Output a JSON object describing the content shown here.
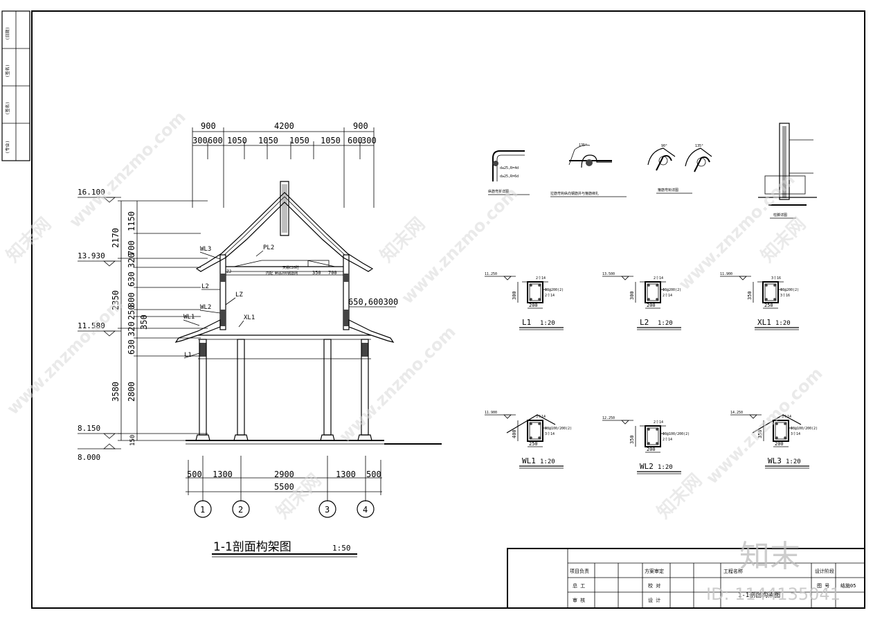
{
  "margin_labels": [
    "(日期)",
    "(签名)",
    "(签名)",
    "(专业)"
  ],
  "section": {
    "dims_top": {
      "left": "900",
      "middle": "4200",
      "right": "900"
    },
    "dims_top2": [
      "300",
      "600",
      "1050",
      "1050",
      "1050",
      "1050",
      "600",
      "300"
    ],
    "elevations": {
      "e1": "16.100",
      "e2": "13.930",
      "e3": "11.580",
      "e4": "8.150",
      "e5": "8.000"
    },
    "left_dims_outer": [
      "2170",
      "2350",
      "3580",
      "150"
    ],
    "left_dims_inner": [
      "1150",
      "700",
      "320",
      "630",
      "800",
      "250",
      "320",
      "350",
      "630",
      "2800"
    ],
    "labels": {
      "WL3": "WL3",
      "PL2": "PL2",
      "L2": "L2",
      "LZ": "LZ",
      "WL2": "WL2",
      "WL1": "WL1",
      "XL1": "XL1",
      "L1": "L1",
      "ZJ": "ZJ"
    },
    "notes": {
      "n1": "天棚C20砼",
      "n2": "内配 Φ6@200钢筋网",
      "d350": "350",
      "d700": "700",
      "right_dims": "650,600300"
    },
    "dims_bottom": [
      "500",
      "1300",
      "2900",
      "1300",
      "500"
    ],
    "dims_bottom_total": "5500",
    "axes": [
      "1",
      "2",
      "3",
      "4"
    ],
    "title": "1-1剖面构架图",
    "scale": "1:50"
  },
  "details": {
    "rebar1_cap": "纵筋弯折详图",
    "rebar1_notes": [
      "d≤25,R=4d",
      "d≥25,R=6d"
    ],
    "rebar2_cap": "拉筋弯钩纵向钢筋并与箍筋绑扎",
    "rebar3_cap": "箍筋弯钩详图",
    "col_cap": "柱脚详图",
    "angles": [
      "135°",
      "90°",
      "135°"
    ],
    "beams": [
      {
        "name": "L1",
        "scale": "1:20",
        "elev": "11.250",
        "top": "2⏀14",
        "stir": "Φ8@200(2)",
        "bot": "2⏀14",
        "h": "300",
        "w": "200"
      },
      {
        "name": "L2",
        "scale": "1:20",
        "elev": "13.500",
        "top": "2⏀14",
        "stir": "Φ8@200(2)",
        "bot": "2⏀14",
        "h": "300",
        "w": "200"
      },
      {
        "name": "XL1",
        "scale": "1:20",
        "elev": "11.900",
        "top": "3⏀16",
        "stir": "Φ8@200(2)",
        "bot": "3⏀16",
        "h": "350",
        "w": "250"
      },
      {
        "name": "WL1",
        "scale": "1:20",
        "elev": "11.900",
        "top": "3⏀14",
        "stir": "Φ8@100/200(2)",
        "bot": "3⏀14",
        "h": "400",
        "w": "250"
      },
      {
        "name": "WL2",
        "scale": "1:20",
        "elev": "12.250",
        "top": "2⏀14",
        "stir": "Φ8@100/200(2)",
        "bot": "2⏀14",
        "h": "350",
        "w": "200"
      },
      {
        "name": "WL3",
        "scale": "1:20",
        "elev": "14.250",
        "top": "3⏀14",
        "stir": "Φ8@100/200(2)",
        "bot": "3⏀14",
        "h": "350",
        "w": "200"
      }
    ]
  },
  "titleblock": {
    "project_lead": "项目负责",
    "chief": "总 工",
    "review": "审 核",
    "scheme": "方案审定",
    "check": "校 对",
    "design": "设 计",
    "project_name": "工程名称",
    "drawing_name": "1-1剖面构架图",
    "stage": "设计阶段",
    "drawing_no_label": "图 号",
    "drawing_no": "结施05"
  },
  "watermark": {
    "site": "www.znzmo.com",
    "brand_cn": "知末网",
    "logo": "知末",
    "id": "ID: 1144135041"
  }
}
